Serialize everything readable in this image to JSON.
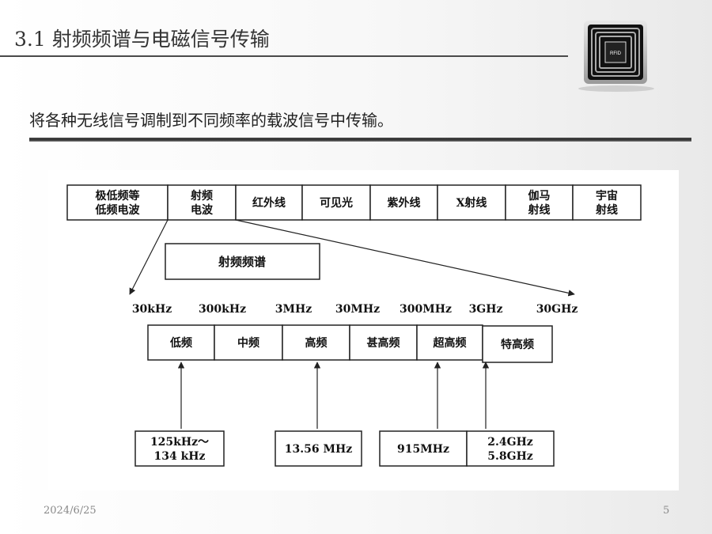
{
  "slide": {
    "title": "3.1 射频频谱与电磁信号传输",
    "subtitle": "将各种无线信号调制到不同频率的载波信号中传输。",
    "date": "2024/6/25",
    "page_number": "5",
    "logo_text": "RFID",
    "accent_color": "#3a3a3a"
  },
  "diagram": {
    "spectrum": [
      [
        "极低频等",
        "低频电波"
      ],
      [
        "射频",
        "电波"
      ],
      [
        "红外线"
      ],
      [
        "可见光"
      ],
      [
        "紫外线"
      ],
      [
        "X射线"
      ],
      [
        "伽马",
        "射线"
      ],
      [
        "宇宙",
        "射线"
      ]
    ],
    "rf_label": "射频频谱",
    "freq_ticks": [
      "30kHz",
      "300kHz",
      "3MHz",
      "30MHz",
      "300MHz",
      "3GHz",
      "30GHz"
    ],
    "bands": [
      "低频",
      "中频",
      "高频",
      "甚高频",
      "超高频",
      "特高频"
    ],
    "examples": [
      [
        "125kHz～",
        "134 kHz"
      ],
      [
        "13.56 MHz"
      ],
      [
        "915MHz"
      ],
      [
        "2.4GHz",
        "5.8GHz"
      ]
    ]
  }
}
